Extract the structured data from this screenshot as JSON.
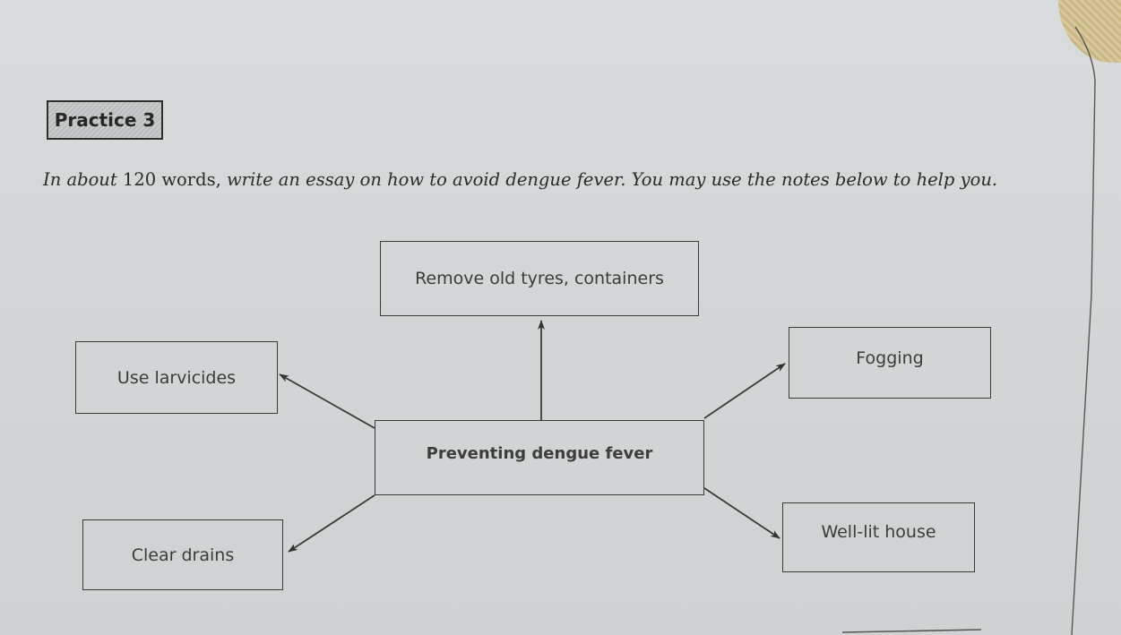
{
  "practice": {
    "label": "Practice 3"
  },
  "instruction": {
    "part1": "In about ",
    "number": "120",
    "part2": " words,",
    "part3": " write an essay on how to avoid dengue fever. You may use the notes below to help you."
  },
  "mind_map": {
    "center": "Preventing dengue fever",
    "nodes": {
      "top": "Remove old tyres, containers",
      "left_upper": "Use larvicides",
      "right_upper": "Fogging",
      "left_lower": "Clear drains",
      "right_lower": "Well-lit house"
    }
  }
}
